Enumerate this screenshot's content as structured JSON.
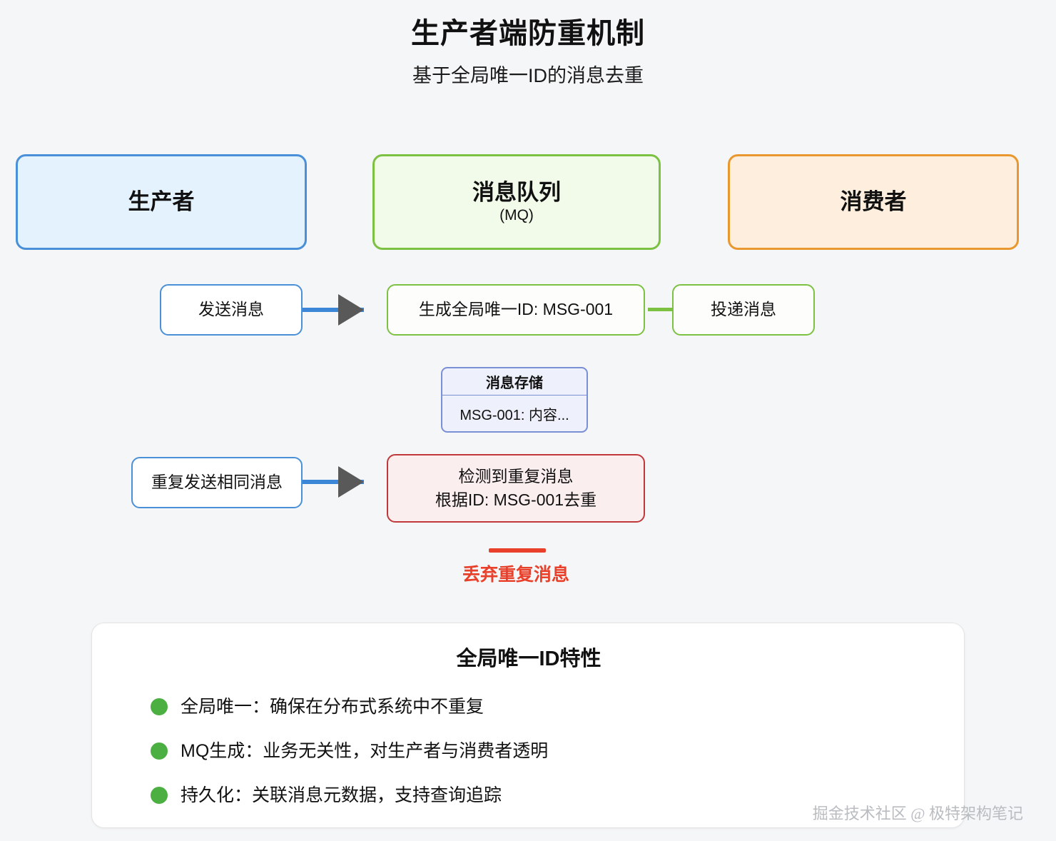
{
  "header": {
    "title": "生产者端防重机制",
    "subtitle": "基于全局唯一ID的消息去重"
  },
  "lanes": [
    {
      "name": "producer",
      "title": "生产者",
      "sub": "",
      "fill": "#e3f2fd",
      "border": "#4a90d9"
    },
    {
      "name": "mq",
      "title": "消息队列",
      "sub": "(MQ)",
      "fill": "#f2faea",
      "border": "#7cc142"
    },
    {
      "name": "consumer",
      "title": "消费者",
      "sub": "",
      "fill": "#fdeedd",
      "border": "#e8982f"
    }
  ],
  "flow": {
    "send_message": "发送消息",
    "generate_id": "生成全局唯一ID: MSG-001",
    "deliver_message": "投递消息",
    "duplicate_send": "重复发送相同消息",
    "detect_line1": "检测到重复消息",
    "detect_line2": "根据ID: MSG-001去重"
  },
  "storage": {
    "header": "消息存储",
    "entry": "MSG-001: 内容..."
  },
  "discard": {
    "label": "丢弃重复消息",
    "color": "#e8402a"
  },
  "feature_card": {
    "title": "全局唯一ID特性",
    "bullet_color": "#4caf42",
    "items": [
      "全局唯一：确保在分布式系统中不重复",
      "MQ生成：业务无关性，对生产者与消费者透明",
      "持久化：关联消息元数据，支持查询追踪"
    ]
  },
  "watermark": "掘金技术社区 @ 极特架构笔记"
}
